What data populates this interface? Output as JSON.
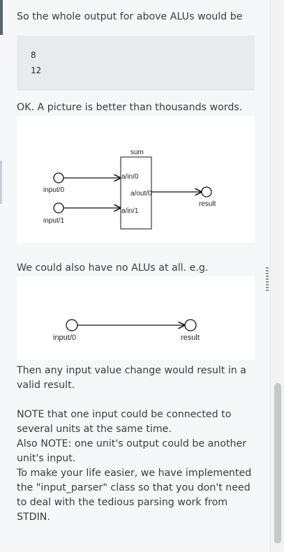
{
  "content": {
    "intro_text": "So the whole output for above ALUs would be",
    "code_lines": [
      "8",
      "12"
    ],
    "picture_text": "OK. A picture is better than thousands words.",
    "diagram1": {
      "sum_label": "sum",
      "input0_label": "input/0",
      "input1_label": "input/1",
      "port_in0": "a/in/0",
      "port_in1": "a/in/1",
      "port_out0": "a/out/0",
      "result_label": "result"
    },
    "no_alu_text": "We could also have no ALUs at all. e.g.",
    "diagram2": {
      "input0_label": "input/0",
      "result_label": "result"
    },
    "change_text": "Then any input value change would result in a valid result.",
    "note_lines": [
      "NOTE that one input could be connected to several units at the same time.",
      "Also NOTE: one unit's output could be another unit's input.",
      "To make your life easier, we have implemented the \"input_parser\" class so that you don't need to deal with the tedious parsing work from STDIN."
    ]
  },
  "colors": {
    "panel_bg": "#f6f7f8",
    "code_bg": "#e8eaec",
    "diagram_bg": "#ffffff",
    "text": "#3a3d40"
  }
}
